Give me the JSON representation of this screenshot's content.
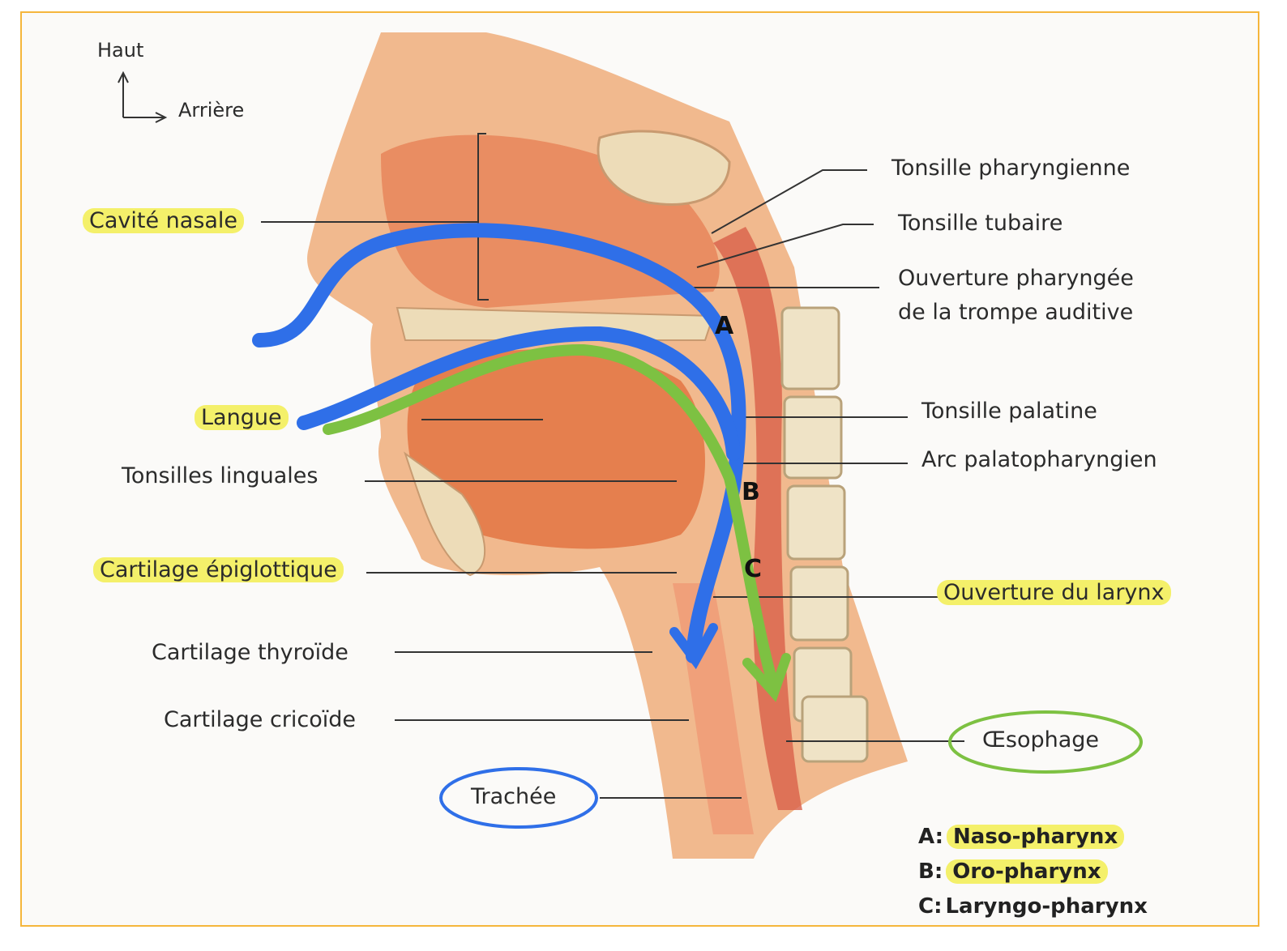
{
  "orientation": {
    "up": "Haut",
    "back": "Arrière"
  },
  "labels_left": {
    "cavite_nasale": "Cavité nasale",
    "langue": "Langue",
    "tonsilles_linguales": "Tonsilles linguales",
    "cartilage_epiglottique": "Cartilage épiglottique",
    "cartilage_thyroide": "Cartilage thyroïde",
    "cartilage_cricoide": "Cartilage cricoïde",
    "trachee": "Trachée"
  },
  "labels_right": {
    "tonsille_pharyngienne": "Tonsille pharyngienne",
    "tonsille_tubaire": "Tonsille tubaire",
    "ouverture_pharyngee_1": "Ouverture pharyngée",
    "ouverture_pharyngee_2": "de la trompe auditive",
    "tonsille_palatine": "Tonsille palatine",
    "arc_palatopharyngien": "Arc palatopharyngien",
    "ouverture_larynx": "Ouverture du larynx",
    "oesophage": "Œsophage"
  },
  "path_letters": {
    "a": "A",
    "b": "B",
    "c": "C"
  },
  "legend": [
    {
      "key": "A:",
      "value": "Naso-pharynx"
    },
    {
      "key": "B:",
      "value": "Oro-pharynx"
    },
    {
      "key": "C:",
      "value": "Laryngo-pharynx"
    }
  ],
  "colors": {
    "air_path": "#2f6fe8",
    "food_path": "#7dc142",
    "highlight": "#f4f06a",
    "frame": "#f5b63c"
  }
}
